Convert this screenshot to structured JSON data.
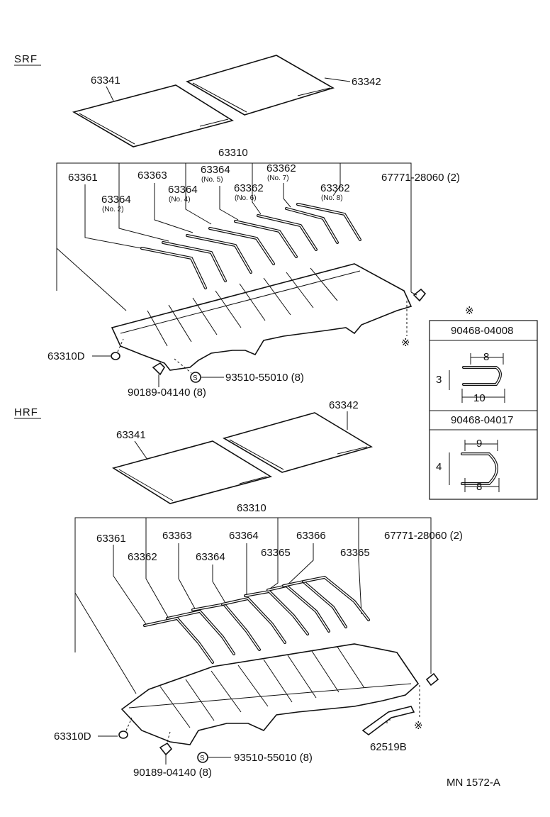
{
  "colors": {
    "ink": "#111111",
    "paper": "#ffffff"
  },
  "srf": {
    "section_label": "SRF",
    "panel_left": "63341",
    "panel_right": "63342",
    "headlining": "63310",
    "parts": {
      "p63361": "63361",
      "p63363": "63363",
      "p63364_no5": "63364",
      "no5": "(No. 5)",
      "p63362_no7": "63362",
      "no7": "(No. 7)",
      "p63364_no2": "63364",
      "no2": "(No. 2)",
      "p63364_no4": "63364",
      "no4": "(No. 4)",
      "p63362_no6": "63362",
      "no6": "(No. 6)",
      "p63362_no8": "63362",
      "no8": "(No. 8)"
    },
    "clip": "67771-28060 (2)",
    "fastener_left": "63310D",
    "screw": "93510-55010 (8)",
    "clip_bottom": "90189-04140 (8)",
    "screw_mark": "S",
    "ref_mark": "※"
  },
  "inset": {
    "mark": "※",
    "part_a": "90468-04008",
    "a_dim_top": "8",
    "a_dim_side": "3",
    "a_dim_bottom": "10",
    "part_b": "90468-04017",
    "b_dim_top": "9",
    "b_dim_side": "4",
    "b_dim_bottom": "8"
  },
  "hrf": {
    "section_label": "HRF",
    "panel_left": "63341",
    "panel_right": "63342",
    "headlining": "63310",
    "parts": {
      "p63361": "63361",
      "p63362": "63362",
      "p63363": "63363",
      "p63364a": "63364",
      "p63364b": "63364",
      "p63365a": "63365",
      "p63366": "63366",
      "p63365b": "63365"
    },
    "clip": "67771-28060 (2)",
    "fastener_left": "63310D",
    "screw": "93510-55010 (8)",
    "clip_bottom": "90189-04140 (8)",
    "screw_mark": "S",
    "ref_mark": "※",
    "trim": "62519B"
  },
  "footer": {
    "code": "MN  1572-A"
  }
}
